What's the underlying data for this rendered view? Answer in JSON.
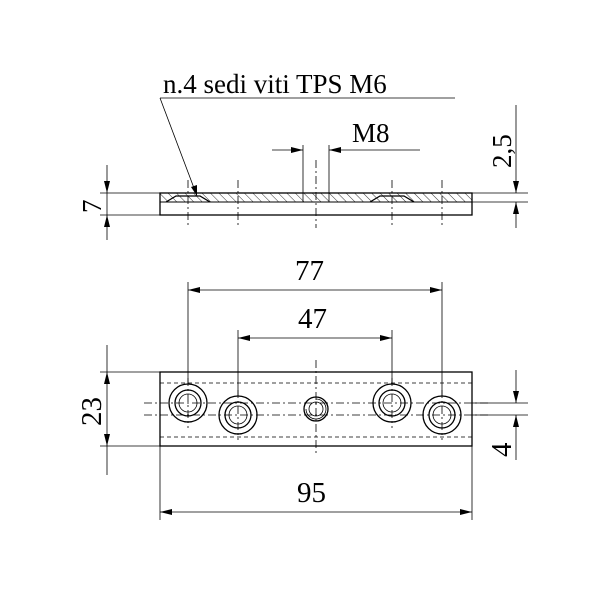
{
  "labels": {
    "note": "n.4 sedi viti TPS M6",
    "thread": "M8",
    "dim_thickness_step": "2,5",
    "dim_height": "7",
    "dim_outer_pitch": "77",
    "dim_inner_pitch": "47",
    "dim_width": "23",
    "dim_offset": "4",
    "dim_length": "95"
  }
}
